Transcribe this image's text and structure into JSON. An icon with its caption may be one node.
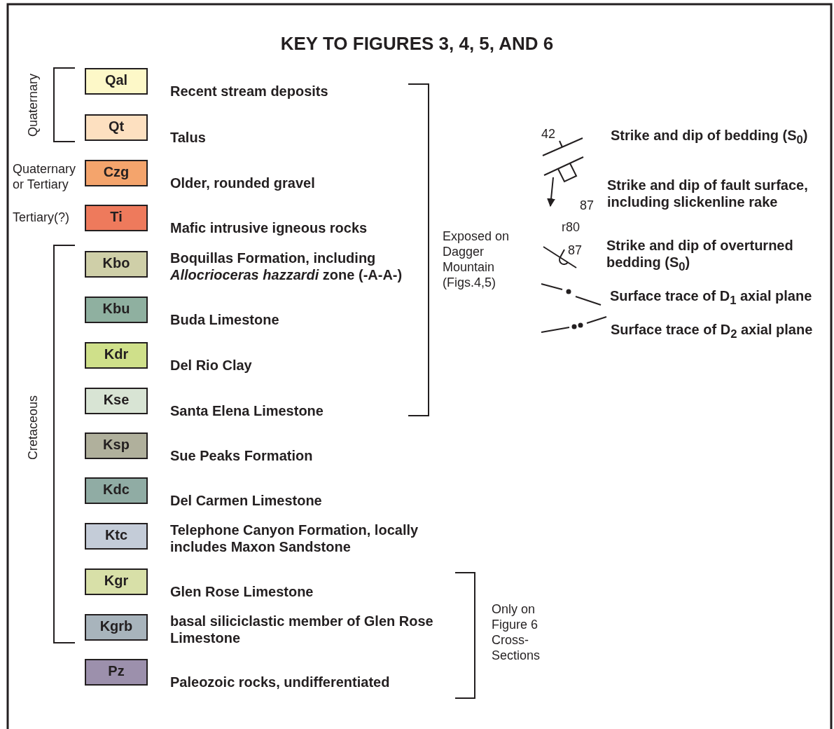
{
  "diagram": {
    "title": "KEY TO FIGURES 3, 4, 5, AND 6",
    "nodes": [
      {
        "text": [
          "Qal"
        ],
        "beside": [
          "Recent stream deposits"
        ]
      },
      {
        "text": [
          "Qt"
        ],
        "beside": [
          "Talus"
        ]
      },
      {
        "text": [
          "Czg"
        ],
        "beside": [
          "Older, rounded gravel"
        ]
      },
      {
        "text": [
          "Ti"
        ],
        "beside": [
          "Mafic intrusive igneous rocks"
        ]
      },
      {
        "text": [
          "Kbo"
        ],
        "beside": [
          "Boquillas Formation, including *Allocrioceras hazzardi* zone (-A-A-)"
        ]
      },
      {
        "text": [
          "Kbu"
        ],
        "beside": [
          "Buda Limestone"
        ]
      },
      {
        "text": [
          "Kdr"
        ],
        "beside": [
          "Del Rio Clay"
        ]
      },
      {
        "text": [
          "Kse"
        ],
        "beside": [
          "Santa Elena Limestone"
        ]
      },
      {
        "text": [
          "Ksp"
        ],
        "beside": [
          "Sue Peaks Formation"
        ]
      },
      {
        "text": [
          "Kdc"
        ],
        "beside": [
          "Del Carmen Limestone"
        ]
      },
      {
        "text": [
          "Ktc"
        ],
        "beside": [
          "Telephone Canyon Formation, locally includes Maxon Sandstone"
        ]
      },
      {
        "text": [
          "Kgr"
        ],
        "beside": [
          "Glen Rose Limestone"
        ]
      },
      {
        "text": [
          "Kgrb"
        ],
        "beside": [
          "basal siliciclastic member of Glen Rose Limestone"
        ]
      },
      {
        "text": [
          "Pz"
        ],
        "beside": [
          "Paleozoic rocks, undifferentiated"
        ]
      }
    ],
    "labels": [
      "Quaternary",
      "Quaternary or Tertiary",
      "Tertiary(?)",
      "Cretaceous",
      "Exposed on Dagger Mountain (Figs.4,5)",
      "Only on Figure 6 Cross-Sections",
      "42",
      "87",
      "r80",
      "87"
    ],
    "legend": [
      {
        "text": "Strike and dip of bedding (S$_{0}$)"
      },
      {
        "text": "Strike and dip of fault surface, including slickenline rake"
      },
      {
        "text": "Strike and dip of overturned bedding (S$_{0}$)"
      },
      {
        "text": "Surface trace of D$_{1}$ axial plane"
      },
      {
        "text": "Surface trace of D$_{2}$ axial plane"
      }
    ]
  }
}
